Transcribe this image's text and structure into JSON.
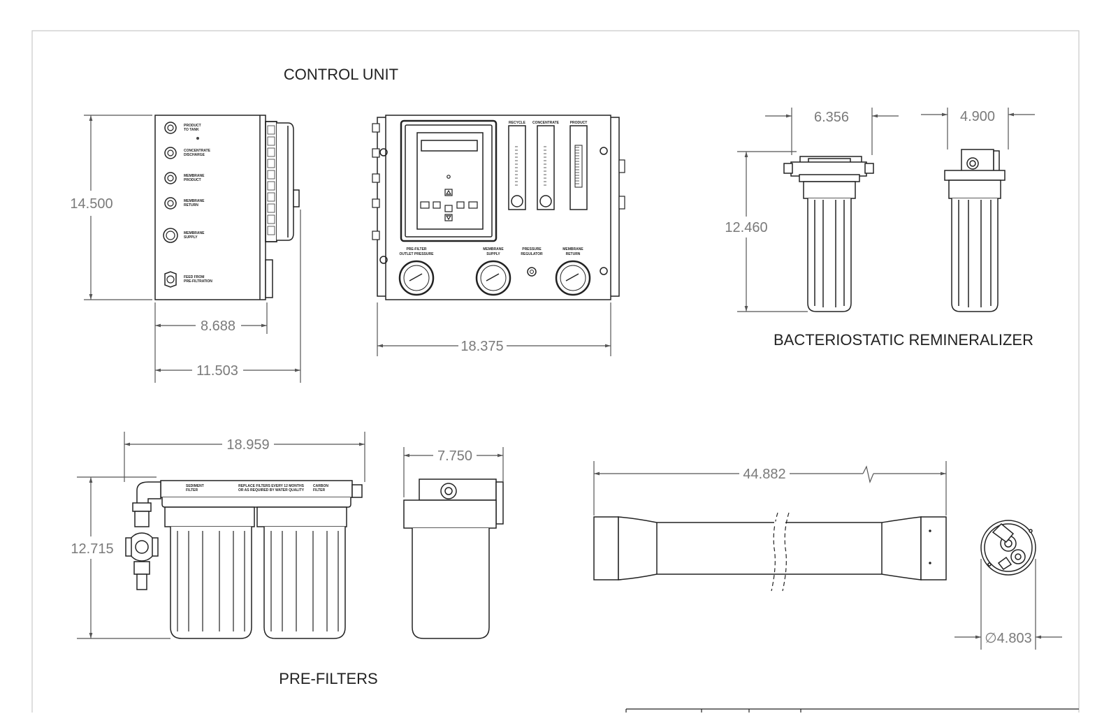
{
  "titles": {
    "control_unit": "CONTROL UNIT",
    "remineralizer": "BACTERIOSTATIC REMINERALIZER",
    "prefilters": "PRE-FILTERS"
  },
  "dimensions": {
    "cu_height": "14.500",
    "cu_depth_inner": "8.688",
    "cu_depth_outer": "11.503",
    "cu_width": "18.375",
    "rem_width_front": "6.356",
    "rem_width_side": "4.900",
    "rem_height": "12.460",
    "pf_width": "18.959",
    "pf_depth": "7.750",
    "pf_height": "12.715",
    "membrane_length": "44.882",
    "membrane_diameter": "∅4.803"
  },
  "side_ports": [
    [
      "PRODUCT",
      "TO TANK"
    ],
    [
      "CONCENTRATE",
      "DISCHARGE"
    ],
    [
      "MEMBRANE",
      "PRODUCT"
    ],
    [
      "MEMBRANE",
      "RETURN"
    ],
    [
      "MEMBRANE",
      "SUPPLY"
    ],
    [
      "FEED FROM",
      "PRE-FILTRATION"
    ]
  ],
  "flowmeters": [
    "RECYCLE",
    "CONCENTRATE",
    "PRODUCT"
  ],
  "gauges": [
    [
      "PRE-FILTER",
      "OUTLET PRESSURE"
    ],
    [
      "MEMBRANE",
      "SUPPLY"
    ],
    [
      "PRESSURE",
      "REGULATOR"
    ],
    [
      "MEMBRANE",
      "RETURN"
    ]
  ],
  "prefilter_labels": {
    "head_left": [
      "SEDIMENT",
      "FILTER"
    ],
    "head_center": [
      "REPLACE FILTERS EVERY 12 MONTHS",
      "OR AS REQUIRED BY WATER QUALITY"
    ],
    "head_right": [
      "CARBON",
      "FILTER"
    ]
  }
}
